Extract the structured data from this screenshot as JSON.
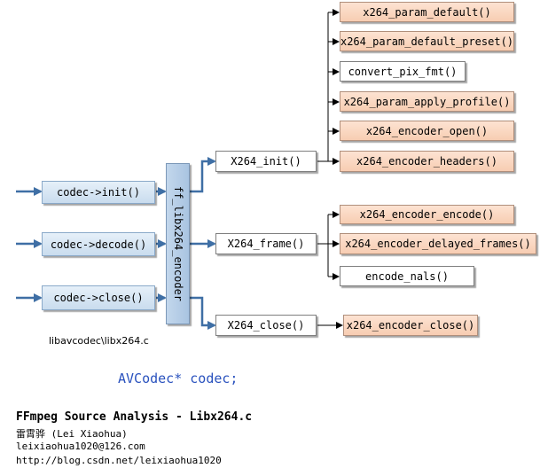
{
  "sources": {
    "init": "codec->init()",
    "decode": "codec->decode()",
    "close": "codec->close()"
  },
  "encoder_bar": "ff_libx264_encoder",
  "file_label": "libavcodec\\libx264.c",
  "functions": {
    "init": "X264_init()",
    "frame": "X264_frame()",
    "close": "X264_close()"
  },
  "init_calls": [
    {
      "label": "x264_param_default()",
      "style": "peach"
    },
    {
      "label": "x264_param_default_preset()",
      "style": "peach"
    },
    {
      "label": "convert_pix_fmt()",
      "style": "white"
    },
    {
      "label": "x264_param_apply_profile()",
      "style": "peach"
    },
    {
      "label": "x264_encoder_open()",
      "style": "peach"
    },
    {
      "label": "x264_encoder_headers()",
      "style": "peach"
    }
  ],
  "frame_calls": [
    {
      "label": "x264_encoder_encode()",
      "style": "peach"
    },
    {
      "label": "x264_encoder_delayed_frames()",
      "style": "peach"
    },
    {
      "label": "encode_nals()",
      "style": "white"
    }
  ],
  "close_calls": [
    {
      "label": "x264_encoder_close()",
      "style": "peach"
    }
  ],
  "codec_caption": "AVCodec* codec;",
  "footer": {
    "title": "FFmpeg Source Analysis - Libx264.c",
    "author": "雷霄骅 (Lei Xiaohua)",
    "email": "leixiaohua1020@126.com",
    "url": "http://blog.csdn.net/leixiaohua1020"
  },
  "colors": {
    "blue_arrow": "#3f6fa5",
    "black_arrow": "#000000",
    "caption_text": "#2a52be"
  }
}
